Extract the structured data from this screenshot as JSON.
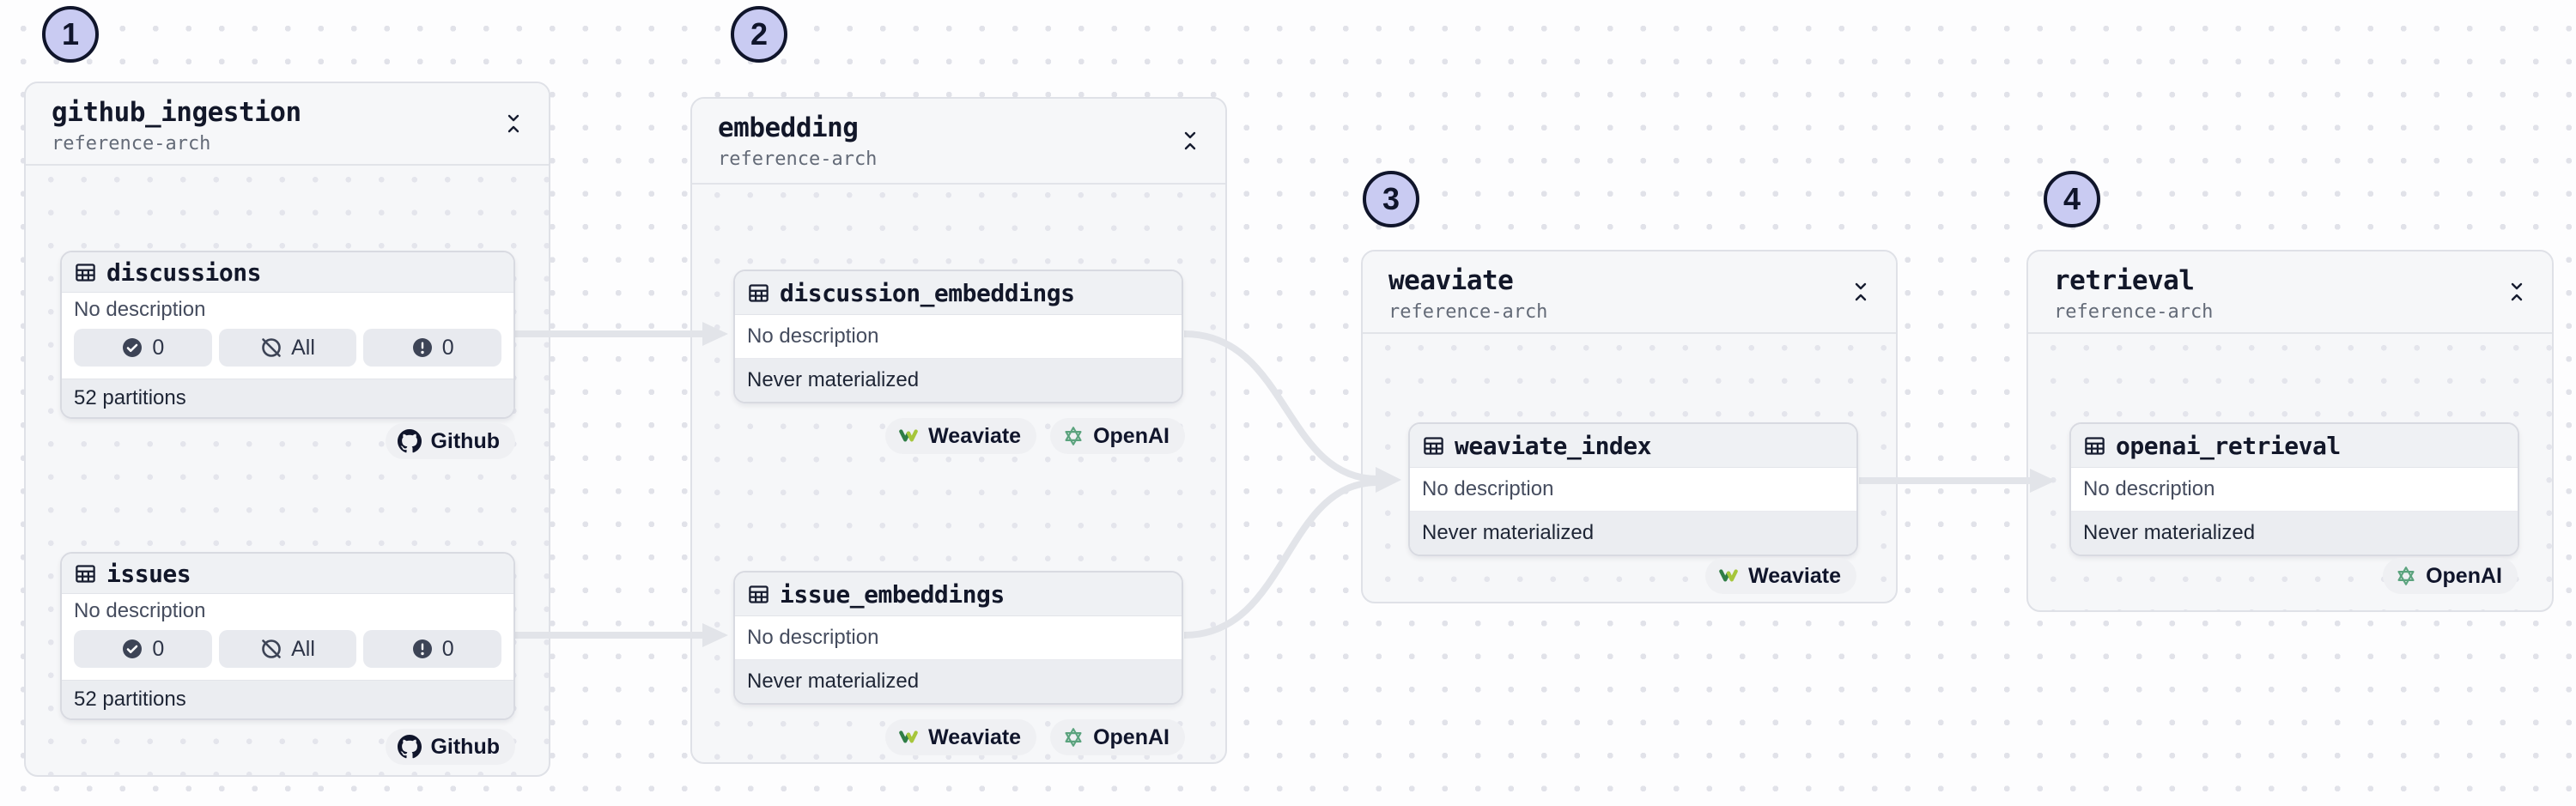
{
  "canvas": {
    "background": "#FDFDFE",
    "dot_color": "#E1E2E9",
    "arrow_color": "#E2E4E9",
    "badge_fill": "#C9CBF2",
    "badge_border": "#10152B"
  },
  "badges": [
    {
      "label": "1"
    },
    {
      "label": "2"
    },
    {
      "label": "3"
    },
    {
      "label": "4"
    }
  ],
  "groups": [
    {
      "title": "github_ingestion",
      "subtitle": "reference-arch",
      "assets": [
        {
          "name": "discussions",
          "description": "No description",
          "pills": [
            {
              "icon": "check-circle",
              "label": "0"
            },
            {
              "icon": "slash-circle",
              "label": "All"
            },
            {
              "icon": "alert-circle",
              "label": "0"
            }
          ],
          "footer": "52 partitions"
        },
        {
          "name": "issues",
          "description": "No description",
          "pills": [
            {
              "icon": "check-circle",
              "label": "0"
            },
            {
              "icon": "slash-circle",
              "label": "All"
            },
            {
              "icon": "alert-circle",
              "label": "0"
            }
          ],
          "footer": "52 partitions"
        }
      ],
      "tags": [
        {
          "icon": "github",
          "label": "Github"
        },
        {
          "icon": "github",
          "label": "Github"
        }
      ]
    },
    {
      "title": "embedding",
      "subtitle": "reference-arch",
      "assets": [
        {
          "name": "discussion_embeddings",
          "description": "No description",
          "footer": "Never materialized"
        },
        {
          "name": "issue_embeddings",
          "description": "No description",
          "footer": "Never materialized"
        }
      ],
      "tags": [
        {
          "icon": "weaviate",
          "label": "Weaviate"
        },
        {
          "icon": "openai",
          "label": "OpenAI"
        },
        {
          "icon": "weaviate",
          "label": "Weaviate"
        },
        {
          "icon": "openai",
          "label": "OpenAI"
        }
      ]
    },
    {
      "title": "weaviate",
      "subtitle": "reference-arch",
      "assets": [
        {
          "name": "weaviate_index",
          "description": "No description",
          "footer": "Never materialized"
        }
      ],
      "tags": [
        {
          "icon": "weaviate",
          "label": "Weaviate"
        }
      ]
    },
    {
      "title": "retrieval",
      "subtitle": "reference-arch",
      "assets": [
        {
          "name": "openai_retrieval",
          "description": "No description",
          "footer": "Never materialized"
        }
      ],
      "tags": [
        {
          "icon": "openai",
          "label": "OpenAI"
        }
      ]
    }
  ]
}
